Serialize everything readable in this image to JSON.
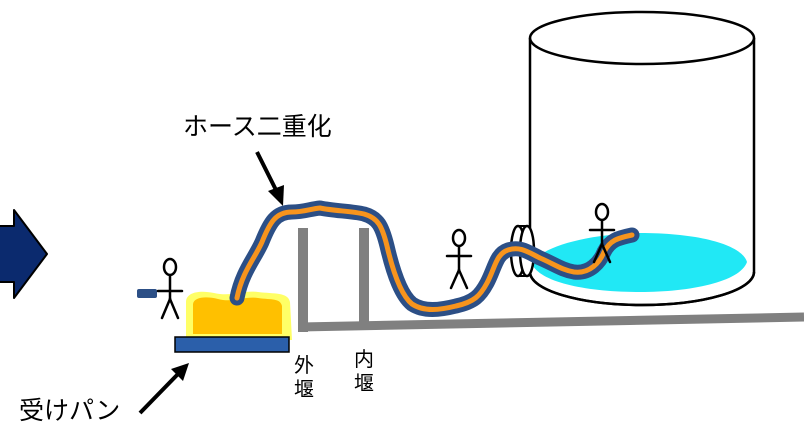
{
  "labels": {
    "hose": "ホース二重化",
    "receiving_pan": "受けパン",
    "outer_weir": "外堰",
    "inner_weir": "内堰"
  },
  "colors": {
    "arrow_fill": "#0b2a6e",
    "hose_outer": "#2c4f86",
    "hose_inner": "#f7941d",
    "weir": "#808080",
    "ground": "#808080",
    "liquid": "#21e8f5",
    "pan_tray": "#2b5faa",
    "pan_liquid": "#ffc000",
    "pan_glow": "#ffff66"
  }
}
